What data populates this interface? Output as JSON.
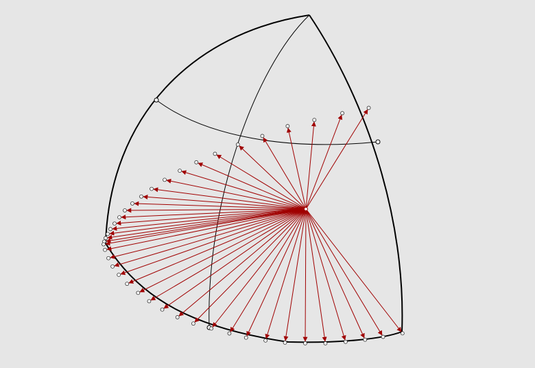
{
  "diagram": {
    "background": "#e6e6e6",
    "outline_color": "#000000",
    "arrow_color": "#a00000",
    "marker_fill": "#ffffff",
    "arrow_count": 47,
    "vertices": [
      "top-vertex",
      "left-bottom-vertex",
      "right-bottom-vertex",
      "center-point"
    ]
  }
}
